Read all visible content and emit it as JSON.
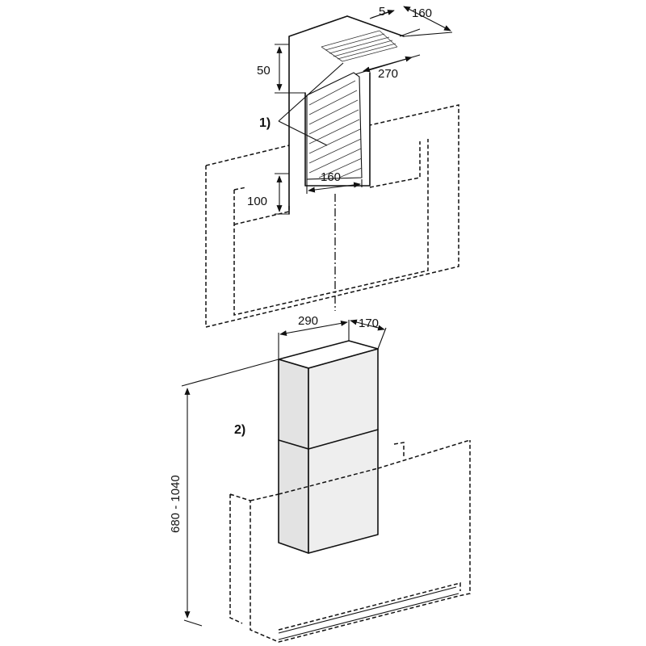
{
  "dimensions": {
    "top_offset": "5",
    "top_depth": "160",
    "top_height": "50",
    "top_width": "270",
    "bracket_height": "100",
    "bracket_width": "160",
    "chimney_width": "290",
    "chimney_depth": "170",
    "total_height": "680 - 1040"
  },
  "notes": {
    "note_1": "1)",
    "note_2": "2)"
  },
  "colors": {
    "line": "#111111",
    "chimney_front": "#e3e3e3",
    "chimney_side": "#eeeeee",
    "chimney_top": "#ffffff",
    "background": "#ffffff"
  }
}
